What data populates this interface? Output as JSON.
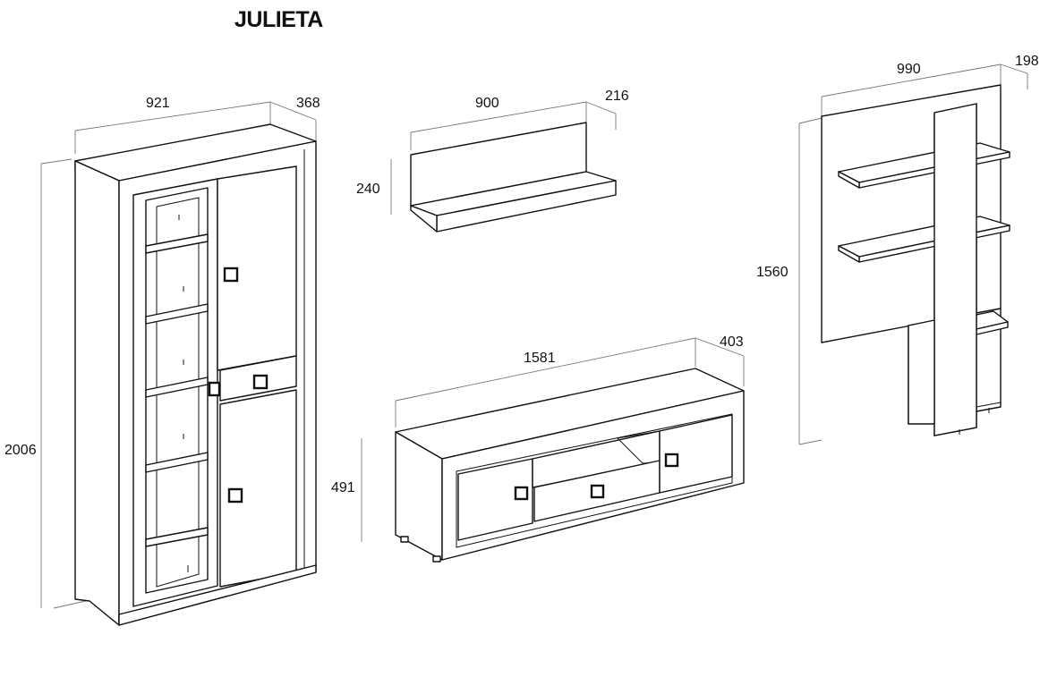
{
  "title": "JULIETA",
  "items": [
    {
      "name": "vitrina",
      "dimensions": {
        "width": "921",
        "depth": "368",
        "height": "2006"
      }
    },
    {
      "name": "estante",
      "dimensions": {
        "width": "900",
        "depth": "216",
        "height": "240"
      }
    },
    {
      "name": "mueble-tv",
      "dimensions": {
        "width": "1581",
        "depth": "403",
        "height": "491"
      }
    },
    {
      "name": "panel",
      "dimensions": {
        "width": "990",
        "depth": "198",
        "height": "1560"
      }
    }
  ],
  "colors": {
    "line": "#111111",
    "dimension_line": "#777777",
    "background": "#ffffff"
  }
}
